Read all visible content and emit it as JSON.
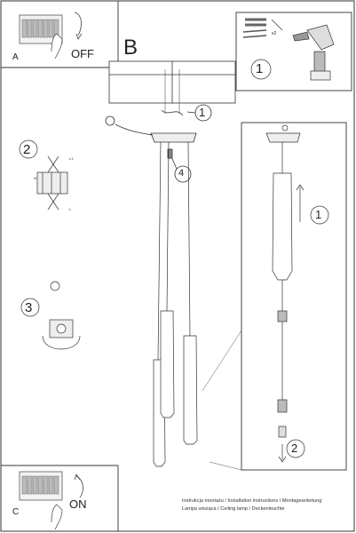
{
  "panels": {
    "a": {
      "letter": "A",
      "label": "OFF"
    },
    "b": {
      "letter": "B"
    },
    "c": {
      "letter": "C",
      "label": "ON"
    }
  },
  "steps": {
    "top_right": "1",
    "side_2": "2",
    "side_3": "3",
    "hanger_1": "1",
    "canopy_4": "4",
    "detail_1": "1",
    "detail_2": "2"
  },
  "kit": {
    "dowel_count": "x2"
  },
  "terminal": {
    "l1": "L1",
    "n": "N",
    "l2": "L"
  },
  "footer": {
    "line1": "Instrukcja montażu / Installation instructions / Montageanleitung",
    "line2": "Lampa wisząca / Ceiling lamp / Deckenleuchte"
  }
}
